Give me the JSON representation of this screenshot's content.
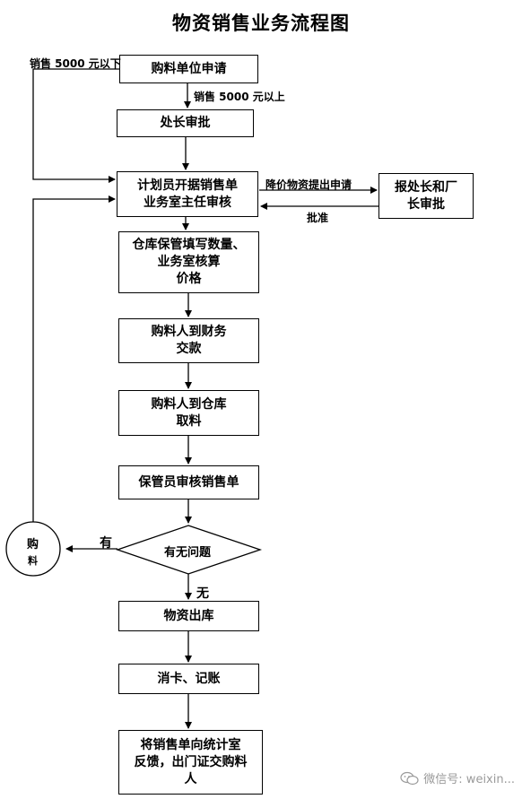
{
  "title": "物资销售业务流程图",
  "nodes": {
    "apply": "购料单位申请",
    "chief": "处长审批",
    "planner": "计划员开据销售单\n业务室主任审核",
    "report": "报处长和厂\n长审批",
    "warehouse": "仓库保管填写数量、\n业务室核算\n价格",
    "pay": "购料人到财务\n交款",
    "pickup": "购料人到仓库\n取料",
    "keeper": "保管员审核销售单",
    "question": "有无问题",
    "out": "物资出库",
    "cancel": "消卡、记账",
    "feedback": "将销售单向统计室\n反馈，出门证交购料\n人",
    "buy_top": "购",
    "buy_bottom": "料"
  },
  "labels": {
    "below5000": "销售 5000 元以下",
    "above5000": "销售 5000 元以上",
    "reduce": "降价物资提出申请",
    "approve": "批准",
    "yes": "有",
    "no": "无"
  },
  "watermark": "微信号: weixin..."
}
